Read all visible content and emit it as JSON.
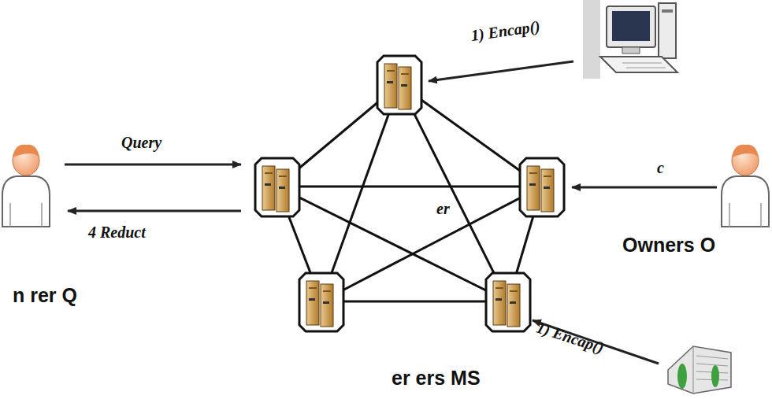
{
  "diagram": {
    "labels": [
      "1) Encap()",
      "Query",
      "c",
      "4 Reduct",
      "er",
      "Owners O",
      "n rer Q",
      "1) Encap()",
      "er ers MS"
    ]
  }
}
